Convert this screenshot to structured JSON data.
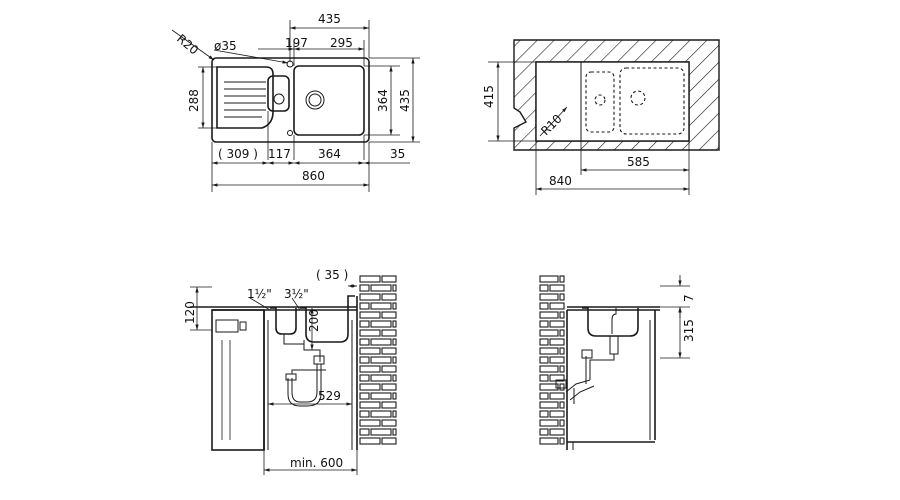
{
  "top_view": {
    "dims": {
      "r20": "R20",
      "dia35": "ø35",
      "w435": "435",
      "w197": "197",
      "w295": "295",
      "h288": "288",
      "h364": "364",
      "h435": "435",
      "w309": "( 309 )",
      "w117": "117",
      "w364": "364",
      "w35": "35",
      "w860": "860"
    }
  },
  "cutout_view": {
    "dims": {
      "h415": "415",
      "r10": "R10",
      "w585": "585",
      "w840": "840"
    }
  },
  "front_section": {
    "dims": {
      "h120": "120",
      "pipe1": "1½\"",
      "pipe2": "3½\"",
      "w35": "( 35 )",
      "h200": "200",
      "w529": "529",
      "min600": "min. 600"
    }
  },
  "side_section": {
    "dims": {
      "h7": "7",
      "h315": "315"
    }
  }
}
